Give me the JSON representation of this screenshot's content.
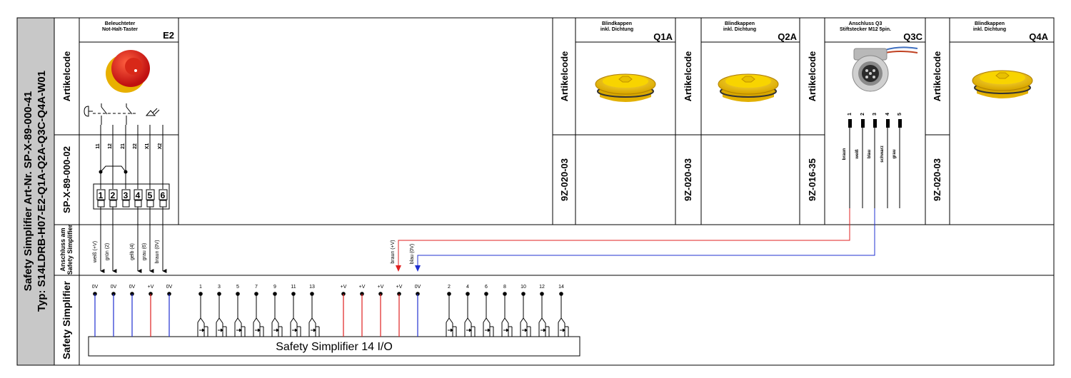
{
  "title": {
    "line1": "Safety Simplifier Art-Nr. SP-X-89-000-41",
    "line2": "Typ: S14LDRB-H07-E2-Q1A-Q2A-Q3C-Q4A-W01"
  },
  "rows": {
    "artikelcode": "Artikelcode",
    "anschluss1": "Anschluss am",
    "anschluss2": "Safety Simplifier",
    "safety": "Safety Simplifier"
  },
  "e2": {
    "desc1": "Beleuchteter",
    "desc2": "Not-Halt-Taster",
    "tag": "E2",
    "code": "SP-X-89-000-02",
    "top_terms": [
      "11",
      "12",
      "21",
      "22",
      "X1",
      "X2"
    ],
    "box_terms": [
      "1",
      "2",
      "3",
      "4",
      "5",
      "6"
    ],
    "wires": [
      "weiß (+V)",
      "grün (2)",
      "gelb (4)",
      "grau (6)",
      "braun (0V)"
    ]
  },
  "q1a": {
    "desc1": "Blindkappen",
    "desc2": "inkl. Dichtung",
    "tag": "Q1A",
    "code": "9Z-020-03"
  },
  "q2a": {
    "desc1": "Blindkappen",
    "desc2": "inkl. Dichtung",
    "tag": "Q2A",
    "code": "9Z-020-03"
  },
  "q3c": {
    "desc1": "Anschluss Q3",
    "desc2": "Stiftstecker M12 5pin.",
    "tag": "Q3C",
    "code": "9Z-016-35",
    "pins": [
      "1",
      "2",
      "3",
      "4",
      "5"
    ],
    "colors": [
      "braun",
      "weiß",
      "blau",
      "schwarz",
      "grau"
    ],
    "wire_braun": "braun (+V)",
    "wire_blau": "blau (0V)"
  },
  "q4a": {
    "desc1": "Blindkappen",
    "desc2": "inkl. Dichtung",
    "tag": "Q4A",
    "code": "9Z-020-03"
  },
  "simplifier": {
    "label": "Safety Simplifier 14 I/O",
    "terminals": [
      "0V",
      "0V",
      "0V",
      "+V",
      "0V",
      "1",
      "3",
      "5",
      "7",
      "9",
      "11",
      "13",
      "+V",
      "+V",
      "+V",
      "+V",
      "0V",
      "2",
      "4",
      "6",
      "8",
      "10",
      "12",
      "14"
    ]
  },
  "colors": {
    "red": "#e02020",
    "blue": "#2030d0",
    "grey": "#c8c8c8",
    "yellow": "#f2c200"
  }
}
